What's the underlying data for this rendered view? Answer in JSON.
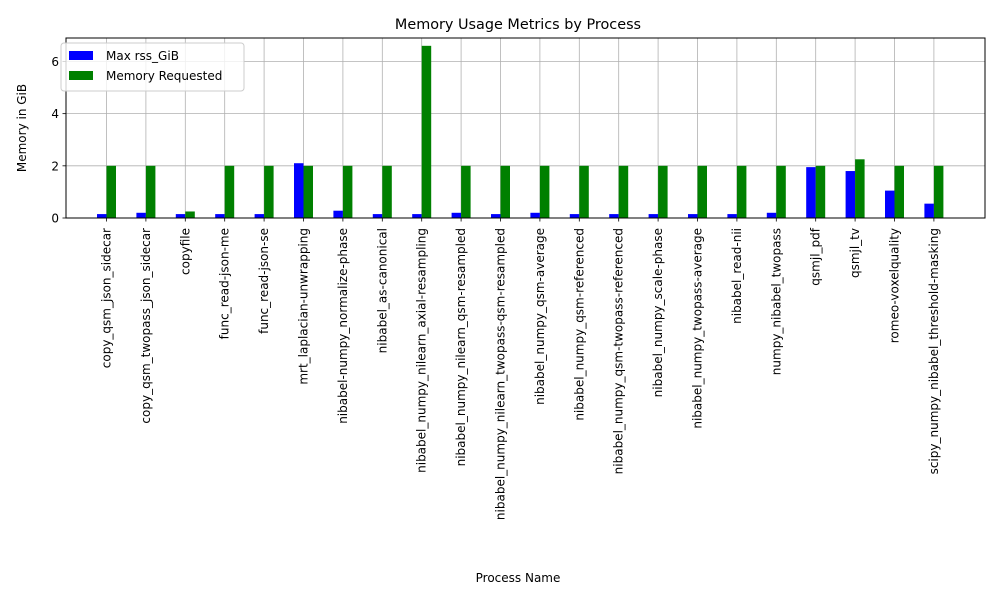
{
  "chart_data": {
    "type": "bar",
    "title": "Memory Usage Metrics by Process",
    "xlabel": "Process Name",
    "ylabel": "Memory in GiB",
    "ylim": [
      0,
      6.9
    ],
    "yticks": [
      0,
      2,
      4,
      6
    ],
    "grid": true,
    "legend_position": "top-left",
    "categories": [
      "copy_qsm_json_sidecar",
      "copy_qsm_twopass_json_sidecar",
      "copyfile",
      "func_read-json-me",
      "func_read-json-se",
      "mrt_laplacian-unwrapping",
      "nibabel-numpy_normalize-phase",
      "nibabel_as-canonical",
      "nibabel_numpy_nilearn_axial-resampling",
      "nibabel_numpy_nilearn_qsm-resampled",
      "nibabel_numpy_nilearn_twopass-qsm-resampled",
      "nibabel_numpy_qsm-average",
      "nibabel_numpy_qsm-referenced",
      "nibabel_numpy_qsm-twopass-referenced",
      "nibabel_numpy_scale-phase",
      "nibabel_numpy_twopass-average",
      "nibabel_read-nii",
      "numpy_nibabel_twopass",
      "qsmjl_pdf",
      "qsmjl_tv",
      "romeo-voxelquality",
      "scipy_numpy_nibabel_threshold-masking"
    ],
    "series": [
      {
        "name": "Max rss_GiB",
        "color": "#0000ff",
        "values": [
          0.15,
          0.2,
          0.15,
          0.15,
          0.15,
          2.1,
          0.28,
          0.15,
          0.15,
          0.2,
          0.15,
          0.2,
          0.15,
          0.15,
          0.15,
          0.15,
          0.15,
          0.2,
          1.95,
          1.8,
          1.05,
          0.55
        ]
      },
      {
        "name": "Memory Requested",
        "color": "#008000",
        "values": [
          2,
          2,
          0.25,
          2,
          2,
          2,
          2,
          2,
          6.6,
          2,
          2,
          2,
          2,
          2,
          2,
          2,
          2,
          2,
          2,
          2.25,
          2,
          2
        ]
      }
    ]
  }
}
